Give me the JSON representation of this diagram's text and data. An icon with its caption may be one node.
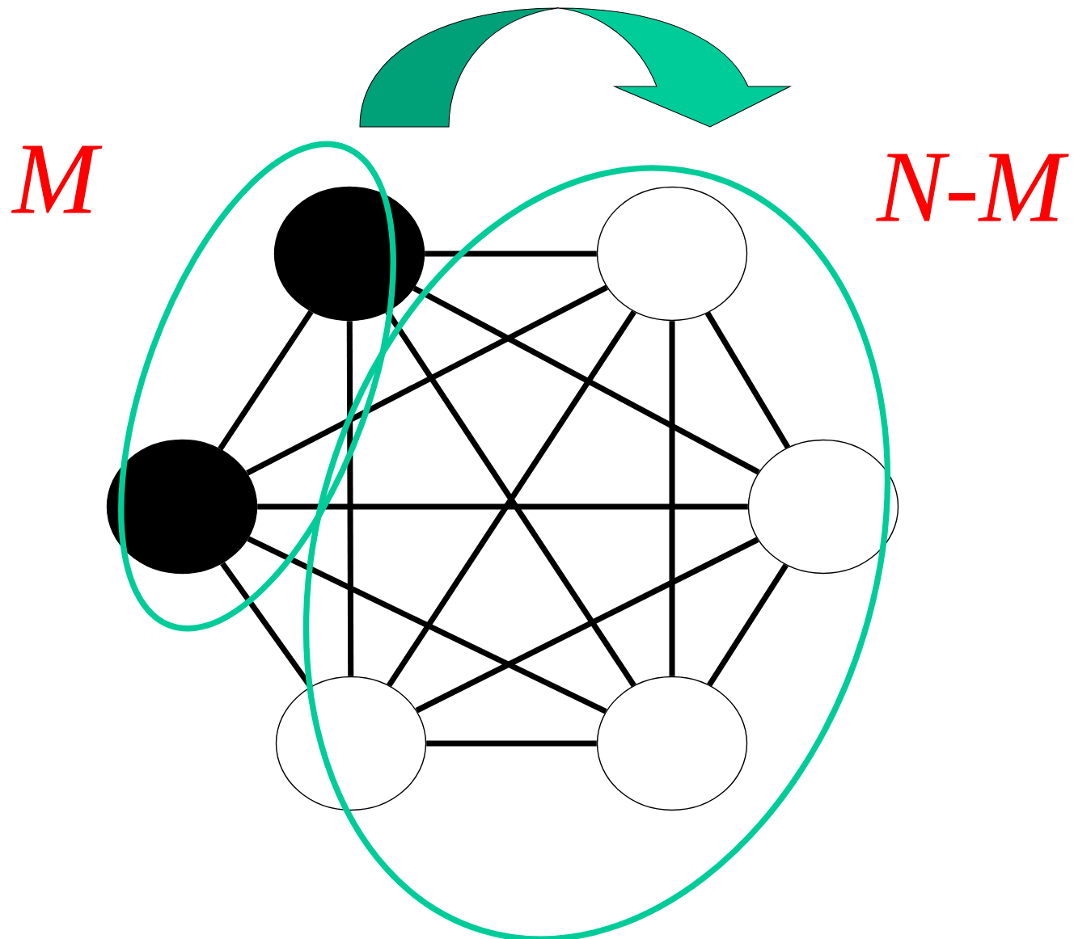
{
  "diagram": {
    "nodes": [
      {
        "text": [],
        "shape": "circle"
      },
      {
        "text": [],
        "shape": "circle"
      },
      {
        "text": [],
        "shape": "circle"
      },
      {
        "text": [],
        "shape": "circle"
      },
      {
        "text": [],
        "shape": "circle"
      },
      {
        "text": [],
        "shape": "circle"
      }
    ],
    "edges": [
      {
        "from": 0,
        "to": 1,
        "arrow": "none"
      },
      {
        "from": 0,
        "to": 2,
        "arrow": "none"
      },
      {
        "from": 0,
        "to": 3,
        "arrow": "none"
      },
      {
        "from": 0,
        "to": 4,
        "arrow": "none"
      },
      {
        "from": 0,
        "to": 5,
        "arrow": "none"
      },
      {
        "from": 1,
        "to": 2,
        "arrow": "none"
      },
      {
        "from": 1,
        "to": 3,
        "arrow": "none"
      },
      {
        "from": 1,
        "to": 4,
        "arrow": "none"
      },
      {
        "from": 1,
        "to": 5,
        "arrow": "none"
      },
      {
        "from": 2,
        "to": 3,
        "arrow": "none"
      },
      {
        "from": 2,
        "to": 4,
        "arrow": "none"
      },
      {
        "from": 2,
        "to": 5,
        "arrow": "none"
      },
      {
        "from": 3,
        "to": 4,
        "arrow": "none"
      },
      {
        "from": 3,
        "to": 5,
        "arrow": "none"
      },
      {
        "from": 4,
        "to": 5,
        "arrow": "none"
      }
    ],
    "labels": [
      "M",
      "N-M"
    ]
  }
}
